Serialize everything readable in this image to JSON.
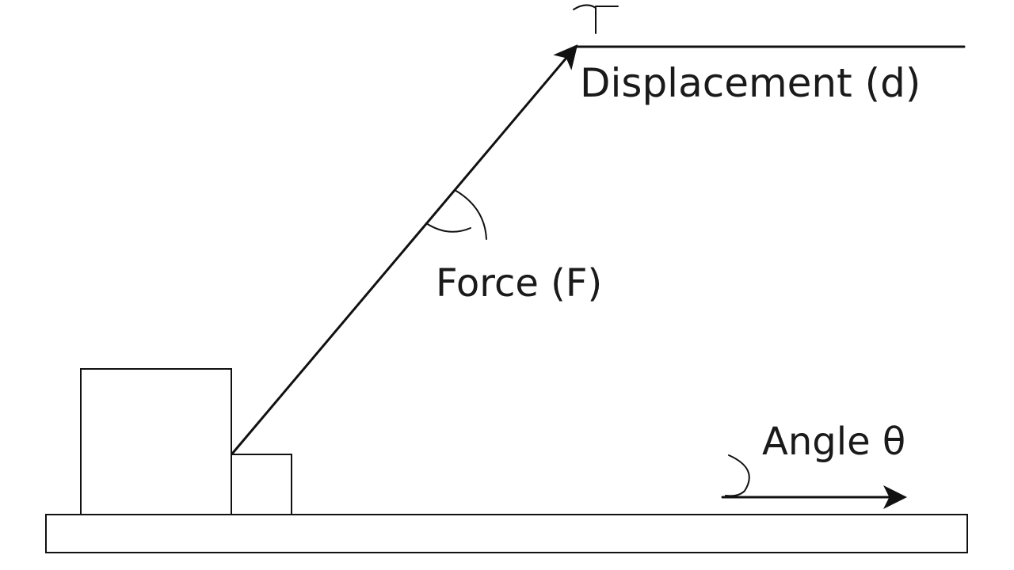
{
  "labels": {
    "displacement": "Displacement (d)",
    "force": "Force (F)",
    "angle": "Angle θ"
  },
  "colors": {
    "stroke": "#111111",
    "text": "#1a1a1a",
    "background": "#ffffff"
  }
}
